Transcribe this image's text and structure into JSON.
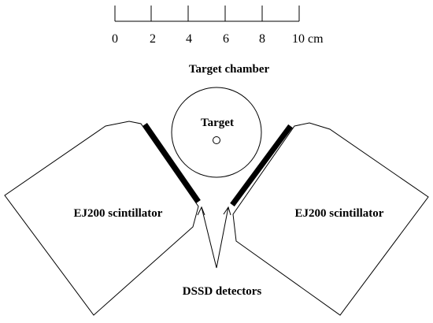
{
  "scale_bar": {
    "ticks": [
      "0",
      "2",
      "4",
      "6",
      "8",
      "10 cm"
    ]
  },
  "labels": {
    "target_chamber": "Target chamber",
    "target": "Target",
    "left_scintillator": "EJ200 scintillator",
    "right_scintillator": "EJ200 scintillator",
    "dssd": "DSSD detectors"
  },
  "colors": {
    "line": "#000000",
    "background": "#ffffff"
  }
}
